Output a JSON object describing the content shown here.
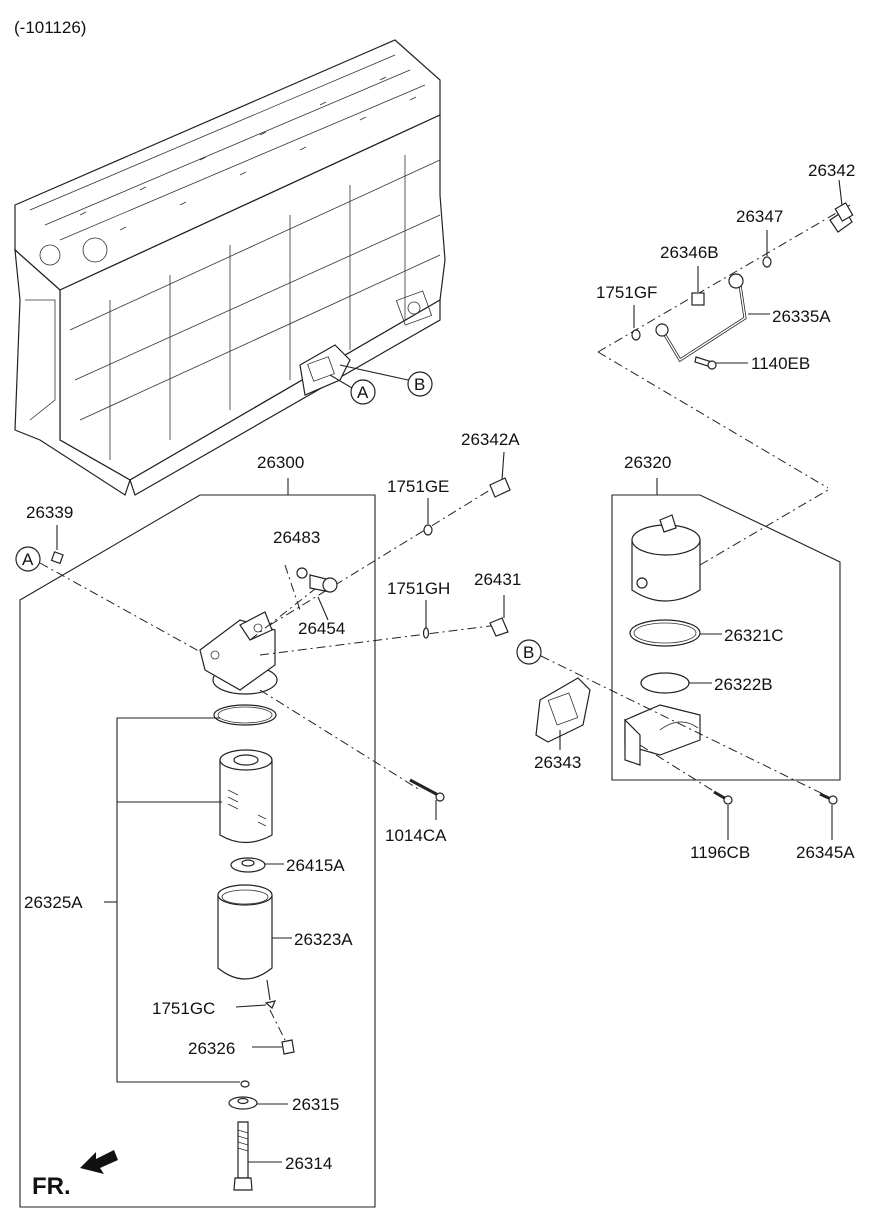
{
  "header_code": "(-101126)",
  "front_label": "FR.",
  "callouts": {
    "A": "A",
    "B": "B"
  },
  "labels": {
    "26342": "26342",
    "26347": "26347",
    "26346B": "26346B",
    "1751GF": "1751GF",
    "26335A": "26335A",
    "1140EB": "1140EB",
    "26342A": "26342A",
    "26300": "26300",
    "26320": "26320",
    "26339": "26339",
    "1751GE": "1751GE",
    "26483": "26483",
    "26454": "26454",
    "1751GH": "1751GH",
    "26431": "26431",
    "26321C": "26321C",
    "26322B": "26322B",
    "26343": "26343",
    "1014CA": "1014CA",
    "1196CB": "1196CB",
    "26345A": "26345A",
    "26415A": "26415A",
    "26325A": "26325A",
    "26323A": "26323A",
    "1751GC": "1751GC",
    "26326": "26326",
    "26315": "26315",
    "26314": "26314"
  }
}
